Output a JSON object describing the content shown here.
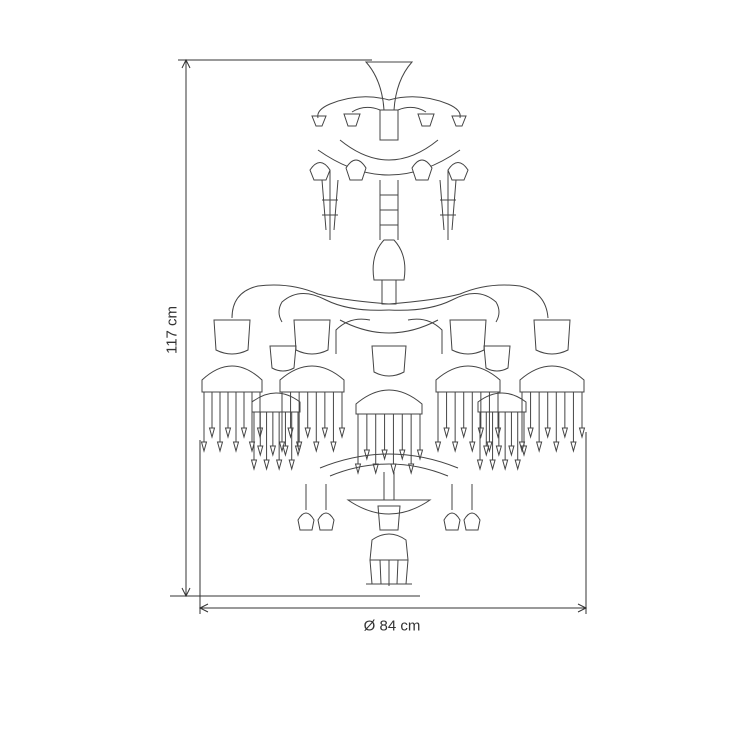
{
  "dimensions": {
    "height_label": "117 cm",
    "width_label": "Ø 84 cm"
  },
  "colors": {
    "line": "#444444",
    "background": "#ffffff"
  },
  "drawing": {
    "subject": "chandelier-line-drawing"
  }
}
